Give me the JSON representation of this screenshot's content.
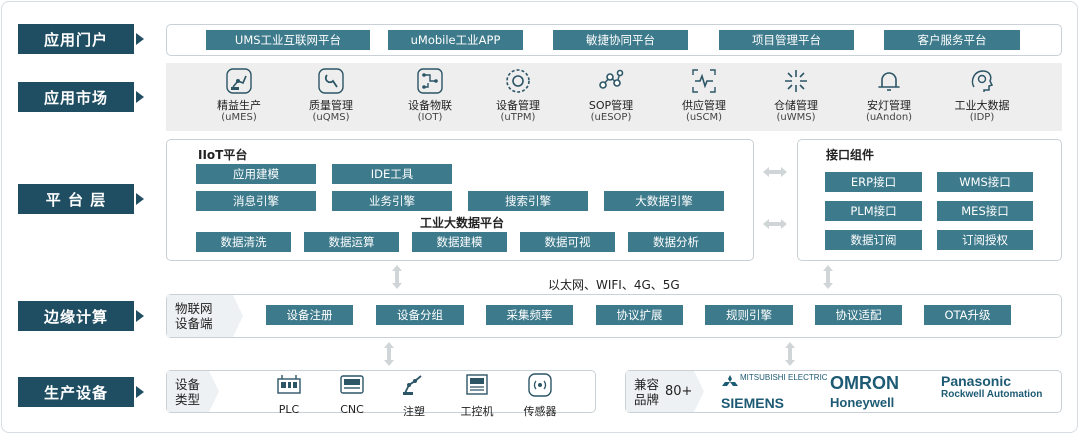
{
  "layers": [
    "应用门户",
    "应用市场",
    "平 台 层",
    "边缘计算",
    "生产设备"
  ],
  "portal": [
    "UMS工业互联网平台",
    "uMobile工业APP",
    "敏捷协同平台",
    "项目管理平台",
    "客户服务平台"
  ],
  "market": [
    {
      "name": "精益生产",
      "code": "(uMES)",
      "icon": "robot-arm-icon"
    },
    {
      "name": "质量管理",
      "code": "(uQMS)",
      "icon": "wrench-icon"
    },
    {
      "name": "设备物联",
      "code": "(IOT)",
      "icon": "circuit-icon"
    },
    {
      "name": "设备管理",
      "code": "(uTPM)",
      "icon": "gear-icon"
    },
    {
      "name": "SOP管理",
      "code": "(uESOP)",
      "icon": "network-icon"
    },
    {
      "name": "供应管理",
      "code": "(uSCM)",
      "icon": "pulse-icon"
    },
    {
      "name": "仓储管理",
      "code": "(uWMS)",
      "icon": "warehouse-icon"
    },
    {
      "name": "安灯管理",
      "code": "(uAndon)",
      "icon": "bell-icon"
    },
    {
      "name": "工业大数据",
      "code": "(IDP)",
      "icon": "brain-icon"
    }
  ],
  "platform": {
    "iiot_title": "IIoT平台",
    "row1": [
      "应用建模",
      "IDE工具"
    ],
    "row2": [
      "消息引擎",
      "业务引擎",
      "搜索引擎",
      "大数据引擎"
    ],
    "bigdata_title": "工业大数据平台",
    "row3": [
      "数据清洗",
      "数据运算",
      "数据建模",
      "数据可视",
      "数据分析"
    ],
    "interface_title": "接口组件",
    "interfaces": [
      "ERP接口",
      "WMS接口",
      "PLM接口",
      "MES接口",
      "数据订阅",
      "订阅授权"
    ]
  },
  "network": "以太网、WIFI、4G、5G",
  "edge": {
    "tag": "物联网\n设备端",
    "items": [
      "设备注册",
      "设备分组",
      "采集频率",
      "协议扩展",
      "规则引擎",
      "协议适配",
      "OTA升级"
    ]
  },
  "devices": {
    "tag": "设备\n类型",
    "items": [
      {
        "name": "PLC",
        "icon": "plc-icon"
      },
      {
        "name": "CNC",
        "icon": "cnc-icon"
      },
      {
        "name": "注塑",
        "icon": "injection-icon"
      },
      {
        "name": "工控机",
        "icon": "ipc-icon"
      },
      {
        "name": "传感器",
        "icon": "sensor-icon"
      }
    ]
  },
  "compat": {
    "tag": "兼容\n品牌",
    "count": "80+",
    "brands": [
      "MITSUBISHI ELECTRIC",
      "SIEMENS",
      "OMRON",
      "Honeywell",
      "Panasonic",
      "Rockwell Automation"
    ]
  },
  "colors": {
    "label_bg": "#1f4e63",
    "chip_bg": "#3d7a8b",
    "brand": "#1d5a73"
  }
}
